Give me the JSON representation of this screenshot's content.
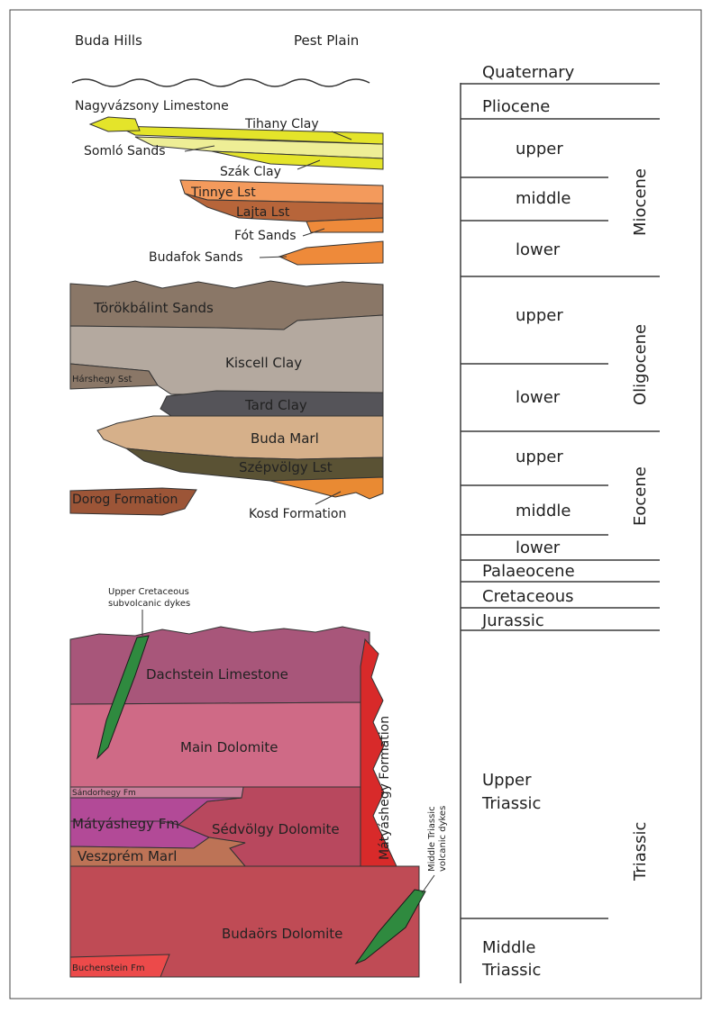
{
  "header": {
    "left_label": "Buda Hills",
    "right_label": "Pest Plain"
  },
  "formations": {
    "nagyvazsony": "Nagyvázsony Limestone",
    "tihany": "Tihany Clay",
    "somlo": "Somló Sands",
    "szak": "Szák Clay",
    "tinnye": "Tinnye Lst",
    "lajta": "Lajta Lst",
    "fot": "Fót Sands",
    "budafok": "Budafok Sands",
    "torokbalint": "Törökbálint Sands",
    "kiscell": "Kiscell Clay",
    "harshegy": "Hárshegy Sst",
    "tard": "Tard Clay",
    "buda_marl": "Buda Marl",
    "szepvolgy": "Szépvölgy Lst",
    "dorog": "Dorog Formation",
    "kosd": "Kosd Formation",
    "dachstein": "Dachstein Limestone",
    "main_dolomite": "Main Dolomite",
    "sandorhegy": "Sándorhegy Fm",
    "matyashegy_fm": "Mátyáshegy Fm",
    "sedvolgy": "Sédvölgy Dolomite",
    "veszprem": "Veszprém Marl",
    "matyashegy_formation": "Mátyáshegy Formation",
    "budaors": "Budaörs Dolomite",
    "buchenstein": "Buchenstein Fm"
  },
  "dykes": {
    "upper_cretaceous_line1": "Upper Cretaceous",
    "upper_cretaceous_line2": "subvolcanic dykes",
    "middle_triassic_line1": "Middle Triassic",
    "middle_triassic_line2": "volcanic dykes"
  },
  "timescale": {
    "quaternary": "Quaternary",
    "pliocene": "Pliocene",
    "miocene_upper": "upper",
    "miocene_middle": "middle",
    "miocene_lower": "lower",
    "miocene": "Miocene",
    "oligocene_upper": "upper",
    "oligocene_lower": "lower",
    "oligocene": "Oligocene",
    "eocene_upper": "upper",
    "eocene_middle": "middle",
    "eocene_lower": "lower",
    "eocene": "Eocene",
    "palaeocene": "Palaeocene",
    "cretaceous": "Cretaceous",
    "jurassic": "Jurassic",
    "upper_triassic_line1": "Upper",
    "upper_triassic_line2": "Triassic",
    "triassic": "Triassic",
    "middle_triassic_line1": "Middle",
    "middle_triassic_line2": "Triassic"
  },
  "colors": {
    "tihany_clay": "#e4e42a",
    "somlo_sands": "#eeee96",
    "tinnye": "#f39a5c",
    "lajta": "#b7653a",
    "fot": "#ee8a3a",
    "torokbalint": "#8a7767",
    "kiscell": "#b4a99f",
    "tard": "#555459",
    "buda_marl": "#d6b08a",
    "szepvolgy": "#5a5234",
    "kosd": "#e98a33",
    "dorog": "#9c5537",
    "dachstein": "#a8567a",
    "main_dolomite": "#cf6a86",
    "sedvolgy": "#b8485e",
    "matyashegy_fm": "#b24a97",
    "veszprem": "#bd7356",
    "matyashegy_formation": "#d82a2a",
    "budaors": "#bf4b55",
    "buchenstein": "#ec4a4a",
    "dyke": "#2f8a3f"
  }
}
